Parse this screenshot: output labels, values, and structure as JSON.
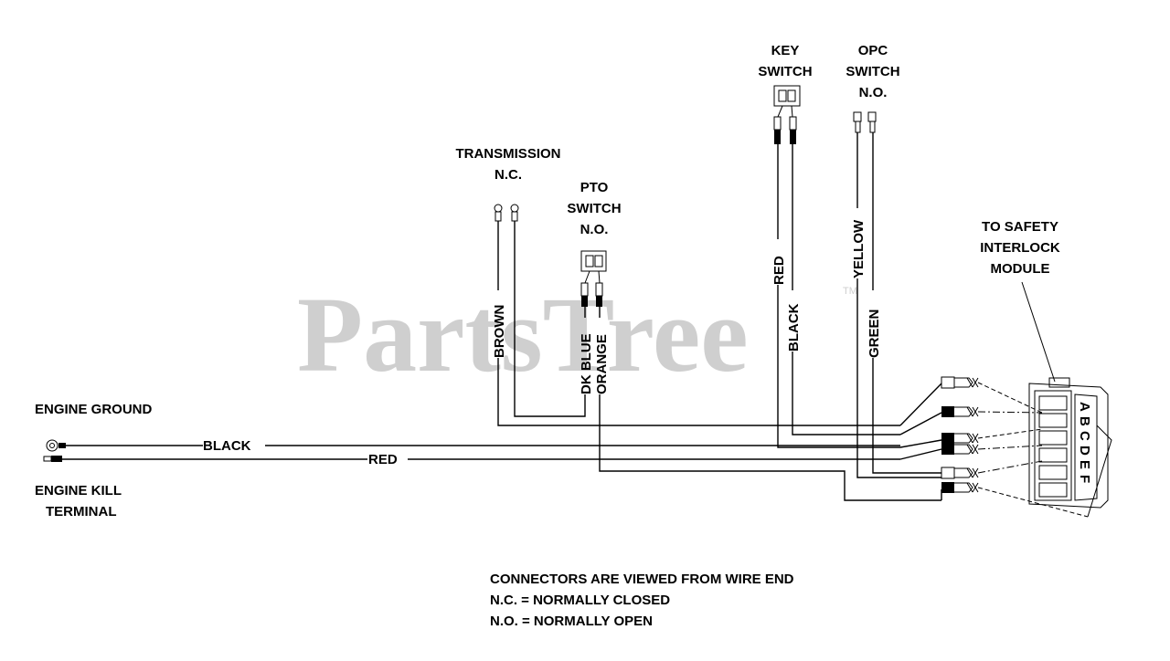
{
  "watermark": {
    "text": "PartsTree",
    "tm": "TM"
  },
  "components": {
    "transmission": {
      "line1": "TRANSMISSION",
      "line2": "N.C."
    },
    "pto_switch": {
      "line1": "PTO",
      "line2": "SWITCH",
      "line3": "N.O."
    },
    "key_switch": {
      "line1": "KEY",
      "line2": "SWITCH"
    },
    "opc_switch": {
      "line1": "OPC",
      "line2": "SWITCH",
      "line3": "N.O."
    },
    "safety_module": {
      "line1": "TO SAFETY",
      "line2": "INTERLOCK",
      "line3": "MODULE"
    },
    "engine_ground": {
      "label": "ENGINE GROUND"
    },
    "engine_kill": {
      "line1": "ENGINE KILL",
      "line2": "TERMINAL"
    }
  },
  "wires": {
    "brown": "BROWN",
    "dk_blue": "DK BLUE",
    "orange": "ORANGE",
    "red_key": "RED",
    "black_key": "BLACK",
    "yellow": "YELLOW",
    "green": "GREEN",
    "black_ground": "BLACK",
    "red_kill": "RED"
  },
  "pins": [
    "A",
    "B",
    "C",
    "D",
    "E",
    "F"
  ],
  "notes": [
    "CONNECTORS ARE VIEWED FROM WIRE END",
    "N.C. = NORMALLY CLOSED",
    "N.O. = NORMALLY OPEN"
  ]
}
